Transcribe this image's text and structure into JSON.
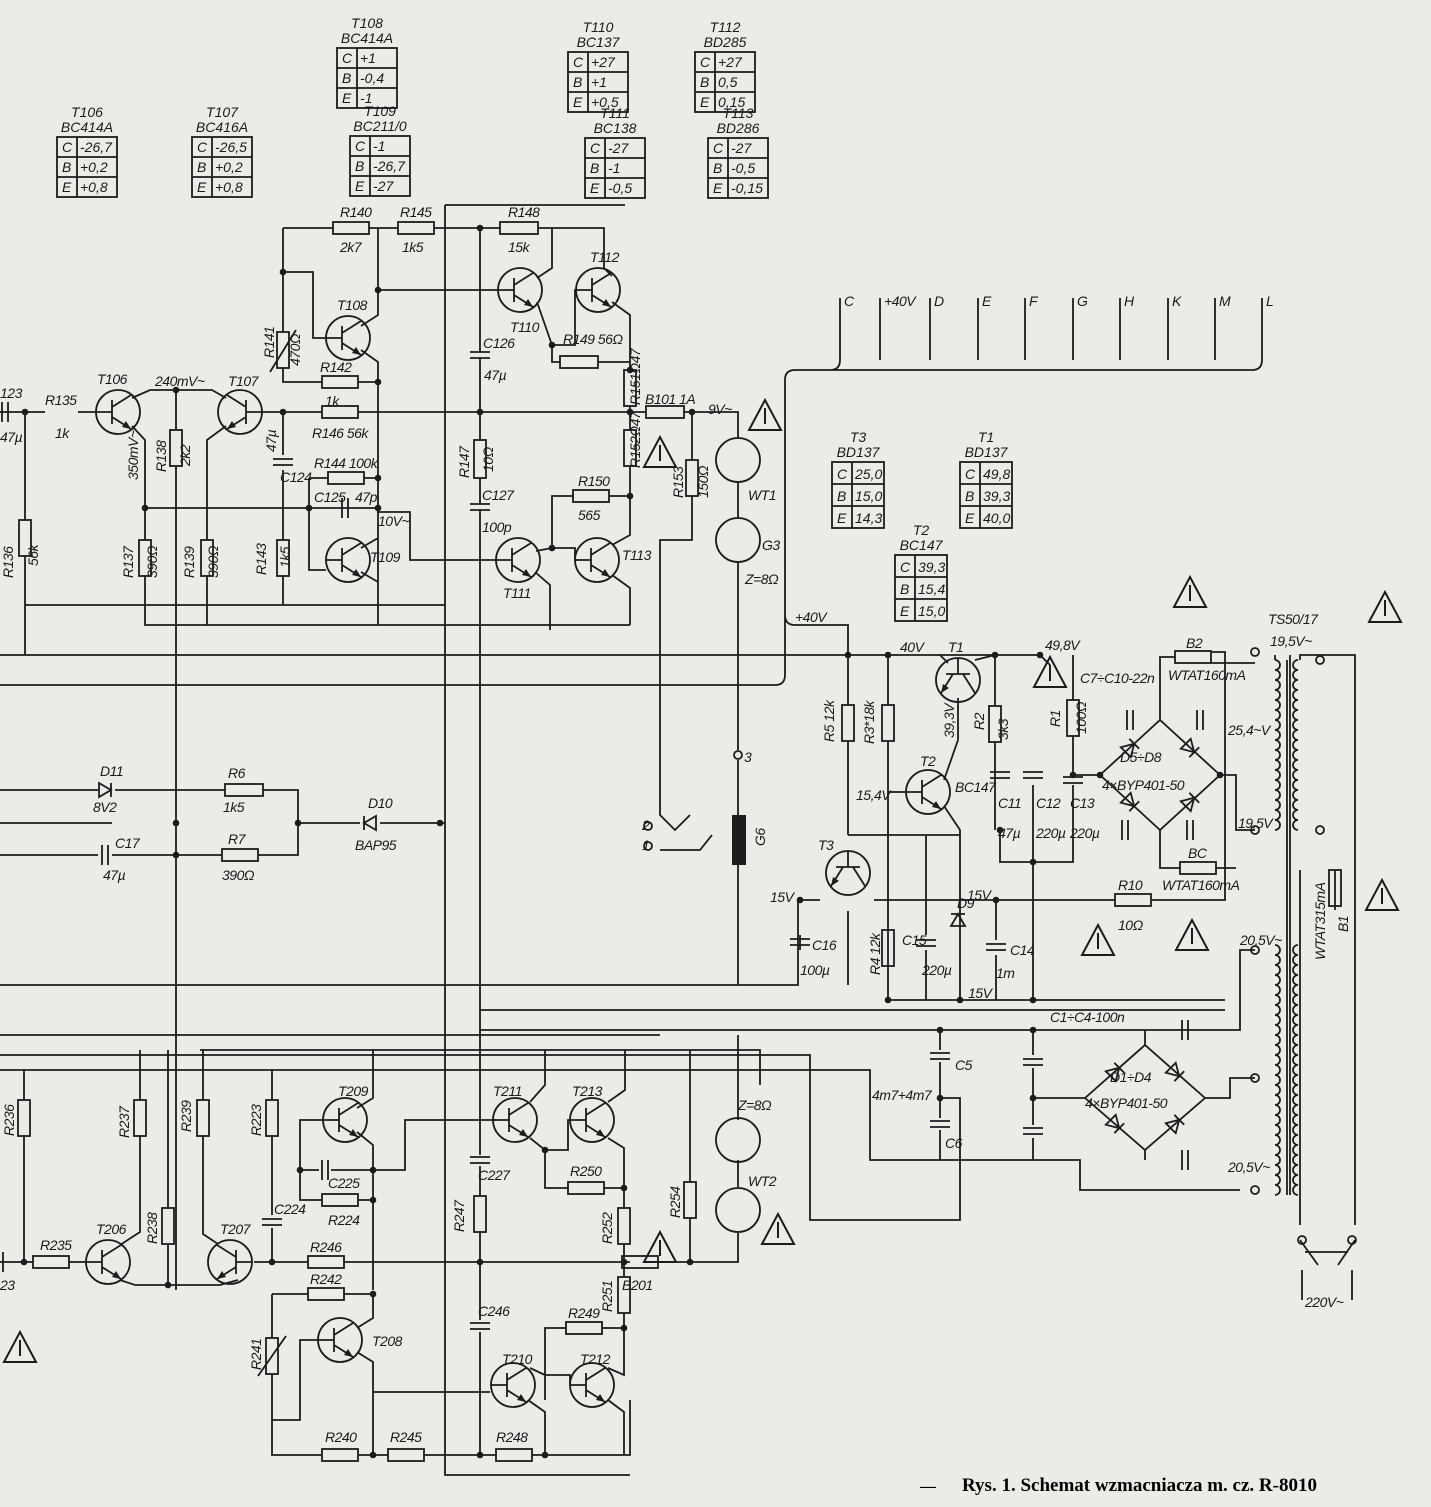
{
  "voltage_tables": [
    {
      "id": "T106",
      "type": "BC414A",
      "rows": [
        [
          "C",
          "-26,7"
        ],
        [
          "B",
          "+0,2"
        ],
        [
          "E",
          "+0,8"
        ]
      ]
    },
    {
      "id": "T107",
      "type": "BC416A",
      "rows": [
        [
          "C",
          "-26,5"
        ],
        [
          "B",
          "+0,2"
        ],
        [
          "E",
          "+0,8"
        ]
      ]
    },
    {
      "id": "T108",
      "type": "BC414A",
      "rows": [
        [
          "C",
          "+1"
        ],
        [
          "B",
          "-0,4"
        ],
        [
          "E",
          "-1"
        ]
      ]
    },
    {
      "id": "T109",
      "type": "BC211/0",
      "rows": [
        [
          "C",
          "-1"
        ],
        [
          "B",
          "-26,7"
        ],
        [
          "E",
          "-27"
        ]
      ]
    },
    {
      "id": "T110",
      "type": "BC137",
      "rows": [
        [
          "C",
          "+27"
        ],
        [
          "B",
          "+1"
        ],
        [
          "E",
          "+0,5"
        ]
      ]
    },
    {
      "id": "T111",
      "type": "BC138",
      "rows": [
        [
          "C",
          "-27"
        ],
        [
          "B",
          "-1"
        ],
        [
          "E",
          "-0,5"
        ]
      ]
    },
    {
      "id": "T112",
      "type": "BD285",
      "rows": [
        [
          "C",
          "+27"
        ],
        [
          "B",
          "0,5"
        ],
        [
          "E",
          "0,15"
        ]
      ]
    },
    {
      "id": "T113",
      "type": "BD286",
      "rows": [
        [
          "C",
          "-27"
        ],
        [
          "B",
          "-0,5"
        ],
        [
          "E",
          "-0,15"
        ]
      ]
    },
    {
      "id": "T3",
      "type": "BD137",
      "rows": [
        [
          "C",
          "25,0"
        ],
        [
          "B",
          "15,0"
        ],
        [
          "E",
          "14,3"
        ]
      ]
    },
    {
      "id": "T1",
      "type": "BD137",
      "rows": [
        [
          "C",
          "49,8"
        ],
        [
          "B",
          "39,3"
        ],
        [
          "E",
          "40,0"
        ]
      ]
    },
    {
      "id": "T2",
      "type": "BC147",
      "rows": [
        [
          "C",
          "39,3"
        ],
        [
          "B",
          "15,4"
        ],
        [
          "E",
          "15,0"
        ]
      ]
    }
  ],
  "connector_bus": [
    "C",
    "+40V",
    "D",
    "E",
    "F",
    "G",
    "H",
    "K",
    "M",
    "L"
  ],
  "labels": {
    "c123": "123",
    "c123v": "47µ",
    "R135": "R135",
    "R135v": "1k",
    "T106": "T106",
    "v240": "240mV~",
    "T107": "T107",
    "v350": "350mV~",
    "R138": "R138",
    "R138v": "2k2",
    "R141": "R141",
    "R141v": "470Ω",
    "T108": "T108",
    "R140": "R140",
    "R140v": "2k7",
    "R145": "R145",
    "R145v": "1k5",
    "R142": "R142",
    "R142v": "1k",
    "R146": "R146 56k",
    "C124v": "47µ",
    "C124": "C124",
    "R144": "R144 100k",
    "C125": "C125",
    "C125v": "47p",
    "v10": "10V~",
    "T109": "T109",
    "R137": "R137",
    "R137v": "390Ω",
    "R139": "R139",
    "R139v": "390Ω",
    "R143": "R143",
    "R143v": "1k5",
    "R136": "R136",
    "R136v": "56k",
    "R148": "R148",
    "R148v": "15k",
    "T112": "T112",
    "T110": "T110",
    "C126": "C126",
    "C126v": "47µ",
    "R149": "R149 56Ω",
    "R151": "R151Ω47",
    "R152": "R152Ω47",
    "B101": "B101 1A",
    "v9": "9V~",
    "R147": "R147",
    "R147v": "10Ω",
    "C127": "C127",
    "C127v": "100p",
    "R150": "R150",
    "R150v": "565",
    "R153": "R153",
    "R153v": "150Ω",
    "WT1": "WT1",
    "T111": "T111",
    "T113": "T113",
    "G3": "G3",
    "Z1": "Z=8Ω",
    "p40": "+40V",
    "D11": "D11",
    "D11v": "8V2",
    "R6": "R6",
    "R6v": "1k5",
    "D10": "D10",
    "D10v": "BAP95",
    "C17": "C17",
    "C17v": "47µ",
    "R7": "R7",
    "R7v": "390Ω",
    "pin3": "3",
    "pin2": "2",
    "pin1": "1",
    "G6": "G6",
    "v40": "40V",
    "T1": "T1",
    "v498": "49,8V",
    "C7": "C7÷C10-22n",
    "B2": "B2",
    "B2v": "WTAT160mA",
    "R5": "R5 12k",
    "R3": "R3*18k",
    "v393": "39,3V",
    "R2": "R2",
    "R2v": "3k3",
    "R1": "R1",
    "R1v": "100Ω",
    "D58": "D5÷D8",
    "D58v": "4×BYP401-50",
    "v254": "25,4~V",
    "v195": "19,5V",
    "TS": "TS50/17",
    "v195a": "19,5V~",
    "v154": "15,4V",
    "T2": "T2",
    "BC147": "BC147",
    "C11": "C11",
    "C11v": "47µ",
    "C12": "C12",
    "C12v": "220µ",
    "C13": "C13",
    "C13v": "220µ",
    "T3": "T3",
    "v15a": "15V",
    "C16": "C16",
    "C16v": "100µ",
    "BC": "BC",
    "BCv": "WTAT160mA",
    "v15b": "15V",
    "R10": "R10",
    "R10v": "10Ω",
    "R4": "R4 12k",
    "C15": "C15",
    "C15v": "220µ",
    "D9": "D9",
    "C14": "C14",
    "C14v": "1m",
    "v15c": "15V",
    "v205a": "20,5V~",
    "C1": "C1÷C4-100n",
    "C5": "C5",
    "C56v": "4m7+4m7",
    "C6": "C6",
    "D14": "D1÷D4",
    "D14v": "4×BYP401-50",
    "v205b": "20,5V~",
    "B1": "WTAT315mA",
    "B1n": "B1",
    "v220": "220V~",
    "R236": "R236",
    "R237": "R237",
    "R239": "R239",
    "R223": "R223",
    "T209": "T209",
    "C225": "C225",
    "R224": "R224",
    "C224": "C224",
    "T206": "T206",
    "R235": "R235",
    "c223": "23",
    "R238": "R238",
    "T207": "T207",
    "R246": "R246",
    "R242": "R242",
    "T208": "T208",
    "R241": "R241",
    "R240": "R240",
    "R245": "R245",
    "R248": "R248",
    "T211": "T211",
    "T213": "T213",
    "C227": "C227",
    "R247": "R247",
    "R250": "R250",
    "R252": "R252",
    "B201": "B201",
    "R251": "R251",
    "C246": "C246",
    "R249": "R249",
    "T210": "T210",
    "T212": "T212",
    "R254": "R254",
    "Z2": "Z=8Ω",
    "WT2": "WT2"
  },
  "caption": "Rys. 1. Schemat wzmacniacza m. cz. R-8010"
}
